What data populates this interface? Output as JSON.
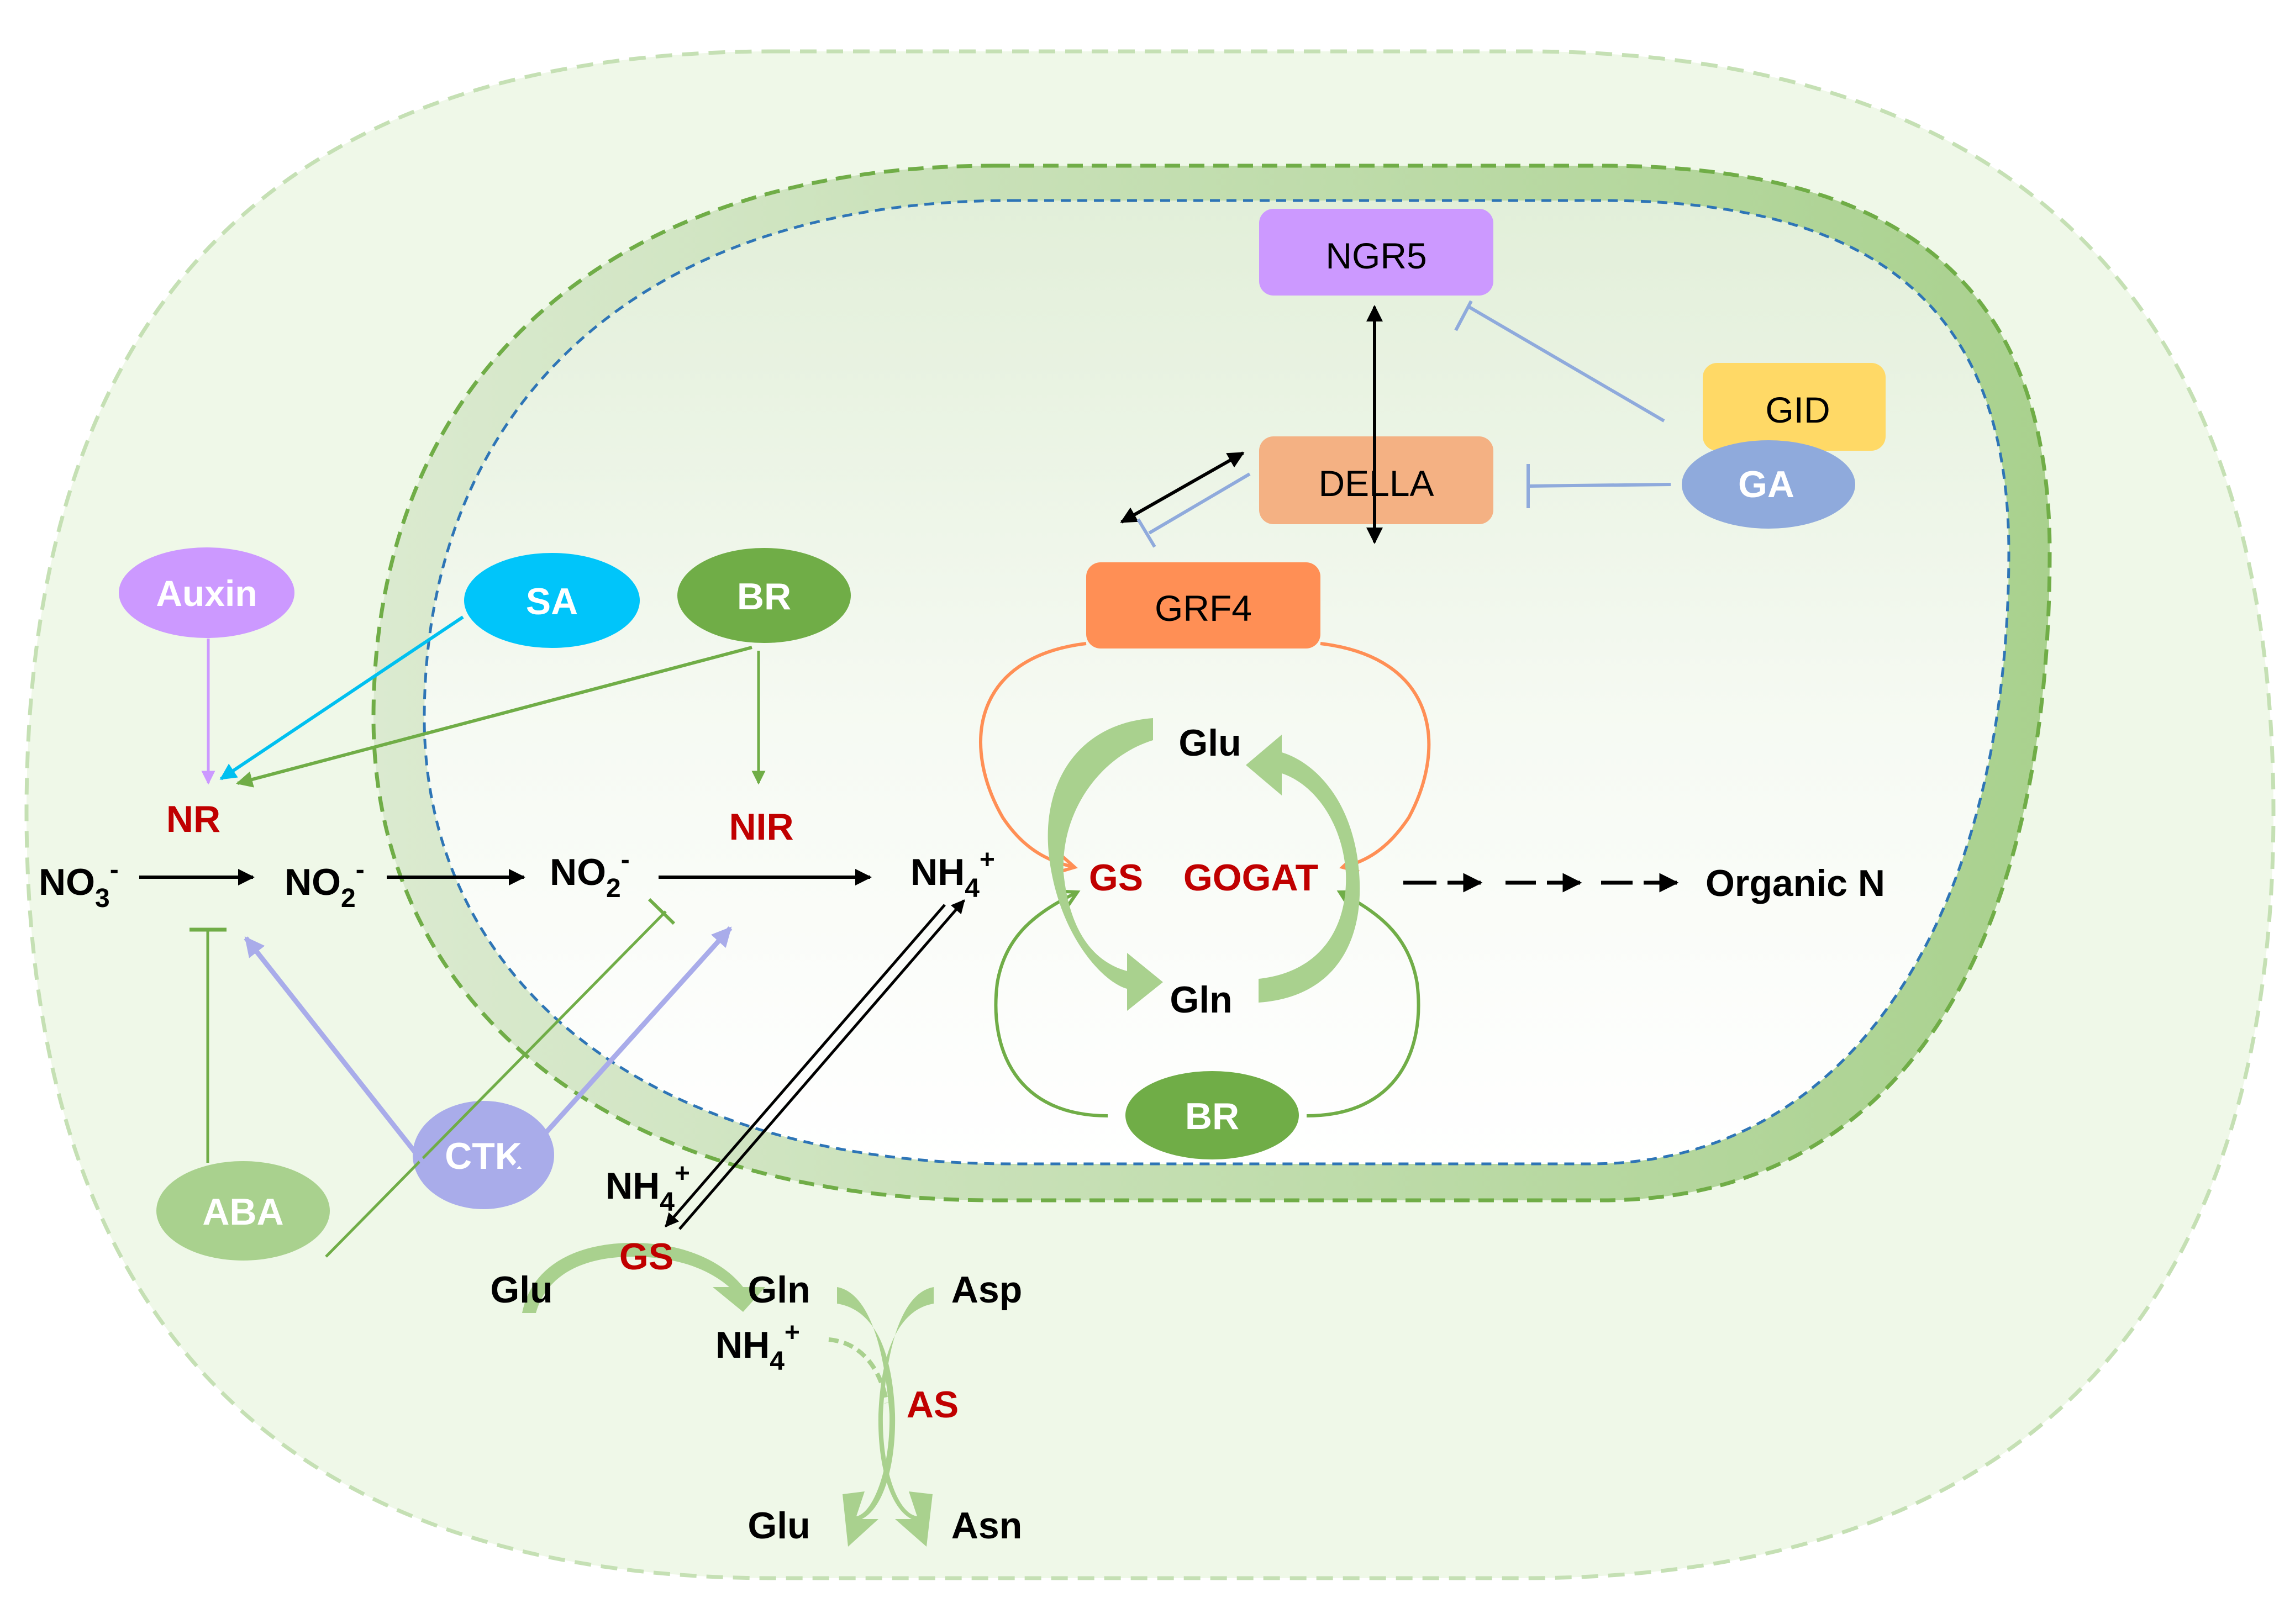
{
  "title": "Nitrogen assimilation pathway and phytohormone regulation",
  "colors": {
    "cell_fill": "#eff8e8",
    "cell_border": "#c5e0b4",
    "plastid_band": "#b3d69b",
    "plastid_border": "#70ad47",
    "plastid_inner_border": "#2e75b6",
    "enzyme_text": "#c00000",
    "auxin": "#cc99ff",
    "sa": "#00c5fa",
    "br": "#70ad47",
    "ctk": "#a9acea",
    "aba": "#a9d18e",
    "ga": "#8faadc",
    "gid": "#ffd966",
    "ngr5": "#cc99ff",
    "della": "#f4b183",
    "grf4": "#ff8f55",
    "cycle_arrow": "#a9d18e"
  },
  "hormones": {
    "auxin": "Auxin",
    "sa": "SA",
    "br_top": "BR",
    "ctk": "CTK",
    "aba": "ABA",
    "ga": "GA",
    "br_bottom": "BR"
  },
  "proteins": {
    "ngr5": "NGR5",
    "della": "DELLA",
    "gid": "GID",
    "grf4": "GRF4"
  },
  "enzymes": {
    "nr": "NR",
    "nir": "NIR",
    "gs": "GS",
    "gogat": "GOGAT",
    "gs_cytosol": "GS",
    "as": "AS"
  },
  "metabolites": {
    "no3": {
      "base": "NO",
      "sub": "3",
      "sup": "-"
    },
    "no2_cytosol": {
      "base": "NO",
      "sub": "2",
      "sup": "-"
    },
    "no2_plastid": {
      "base": "NO",
      "sub": "2",
      "sup": "-"
    },
    "nh4_plastid": {
      "base": "NH",
      "sub": "4",
      "sup": "+"
    },
    "nh4_cytosol": {
      "base": "NH",
      "sub": "4",
      "sup": "+"
    },
    "nh4_as": {
      "base": "NH",
      "sub": "4",
      "sup": "+"
    },
    "glu_cycle": "Glu",
    "gln_cycle": "Gln",
    "glu_gs": "Glu",
    "gln_gs": "Gln",
    "asp": "Asp",
    "glu_as": "Glu",
    "asn": "Asn",
    "organic_n": "Organic N"
  }
}
